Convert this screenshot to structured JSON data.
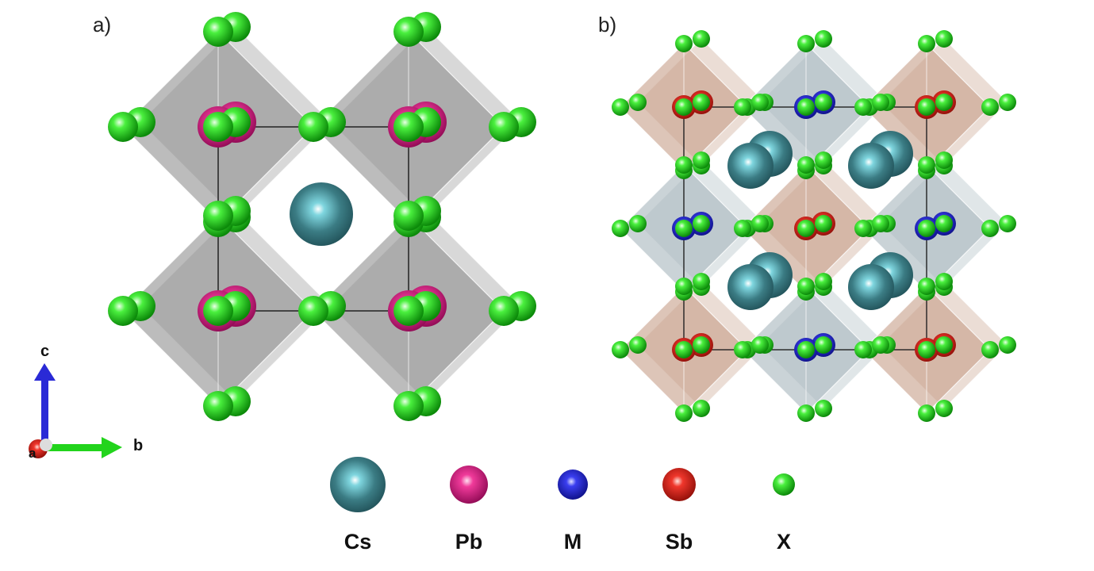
{
  "panels": {
    "a": "a)",
    "b": "b)"
  },
  "axes": {
    "c": "c",
    "b": "b",
    "a": "a"
  },
  "legend": [
    {
      "label": "Cs",
      "color": "#3d7f86"
    },
    {
      "label": "Pb",
      "color": "#d0137a"
    },
    {
      "label": "M",
      "color": "#1f23c9"
    },
    {
      "label": "Sb",
      "color": "#d61a12"
    },
    {
      "label": "X",
      "color": "#22d41c"
    }
  ],
  "colors": {
    "octahedron_grey": "#8f8f8f",
    "octahedron_blue_grey": "#a7b6bd",
    "octahedron_copper": "#c79f88"
  }
}
